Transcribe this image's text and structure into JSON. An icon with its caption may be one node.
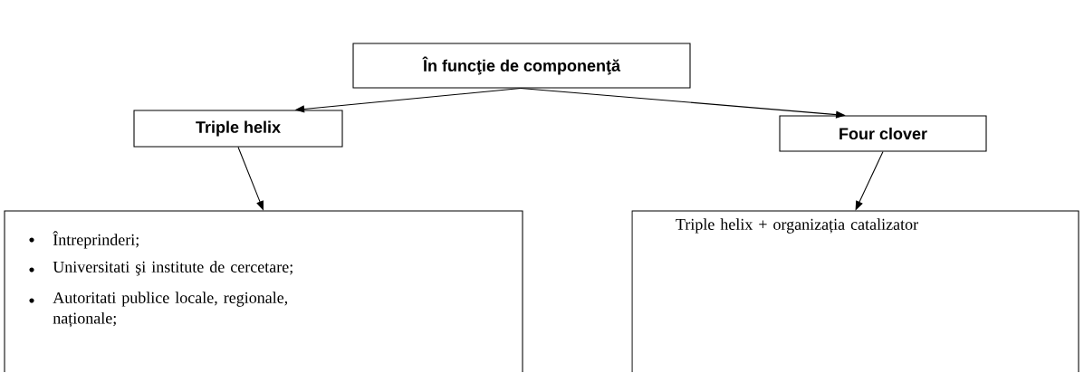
{
  "diagram": {
    "nodes": [
      {
        "text": [
          "În funcţie de componenţă"
        ]
      },
      {
        "text": [
          "Triple helix"
        ]
      },
      {
        "text": [
          "Four clover"
        ]
      },
      {
        "text": [
          "Întreprinderi;",
          "Universitati şi institute de cercetare;",
          "Autoritati publice locale, regionale, naționale;"
        ]
      },
      {
        "text": [
          "Triple helix  + organizația catalizator"
        ]
      }
    ],
    "edges": [
      {
        "from": 0,
        "to": 1,
        "arrow": "to"
      },
      {
        "from": 0,
        "to": 2,
        "arrow": "to"
      },
      {
        "from": 1,
        "to": 3,
        "arrow": "to"
      },
      {
        "from": 2,
        "to": 4,
        "arrow": "to"
      }
    ]
  }
}
